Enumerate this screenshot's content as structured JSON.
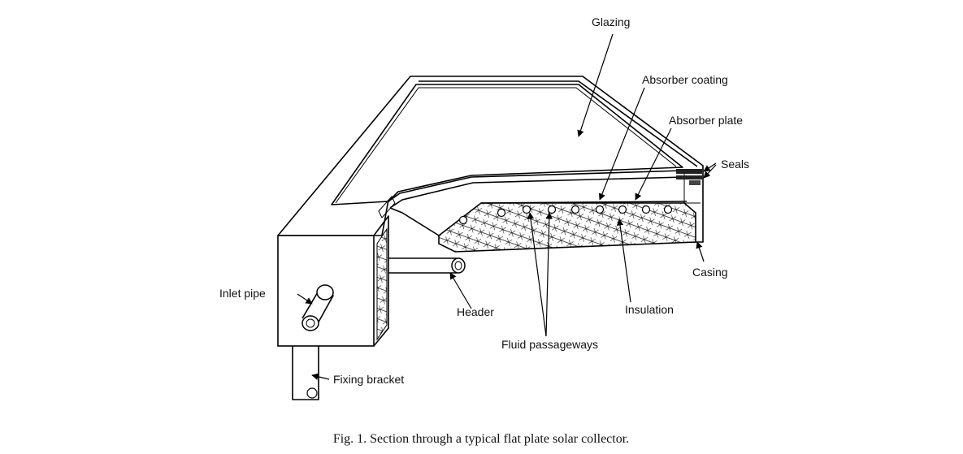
{
  "labels": {
    "glazing": "Glazing",
    "absorber_coating": "Absorber coating",
    "absorber_plate": "Absorber plate",
    "seals": "Seals",
    "casing": "Casing",
    "insulation": "Insulation",
    "fluid_passageways": "Fluid passageways",
    "header": "Header",
    "inlet_pipe": "Inlet pipe",
    "fixing_bracket": "Fixing bracket"
  },
  "caption": "Fig. 1. Section through a typical flat plate solar collector."
}
